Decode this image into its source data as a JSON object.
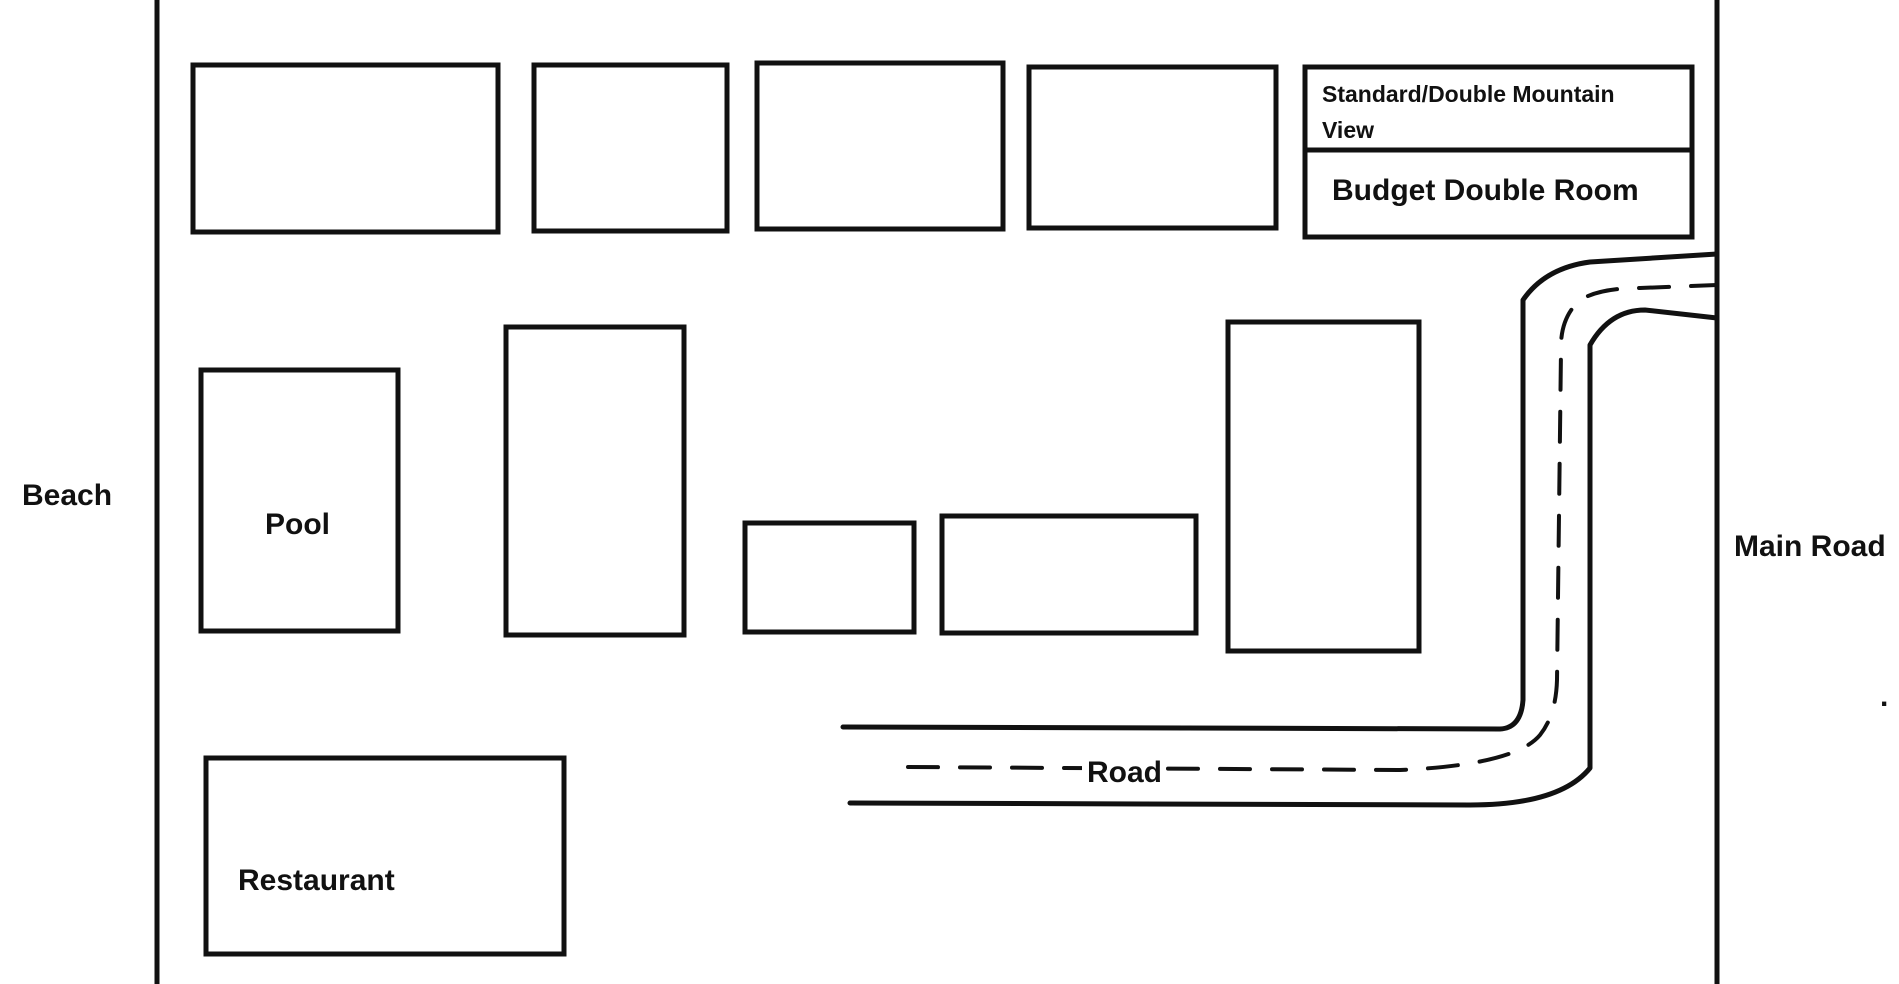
{
  "labels": {
    "left_side": "Beach",
    "right_side": "Main Road",
    "road": "Road",
    "pool": "Pool",
    "restaurant": "Restaurant",
    "standard_double": "Standard/Double Mountain",
    "standard_double_line2": "View",
    "budget_double": "Budget Double Room",
    "stray_mark": "."
  },
  "colors": {
    "ink": "#111111",
    "background": "#ffffff"
  }
}
